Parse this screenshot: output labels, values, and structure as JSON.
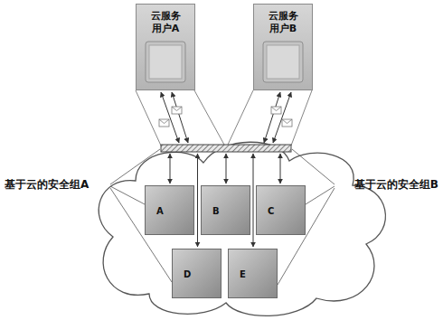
{
  "diagram": {
    "nodes": [
      {
        "text": [
          "云服务 用户A"
        ]
      },
      {
        "text": [
          "云服务 用户B"
        ]
      },
      {
        "text": [
          "A"
        ]
      },
      {
        "text": [
          "B"
        ]
      },
      {
        "text": [
          "C"
        ]
      },
      {
        "text": [
          "D"
        ]
      },
      {
        "text": [
          "E"
        ]
      }
    ],
    "labels": [
      "基于云的安全组A",
      "基于云的安全组B"
    ]
  }
}
